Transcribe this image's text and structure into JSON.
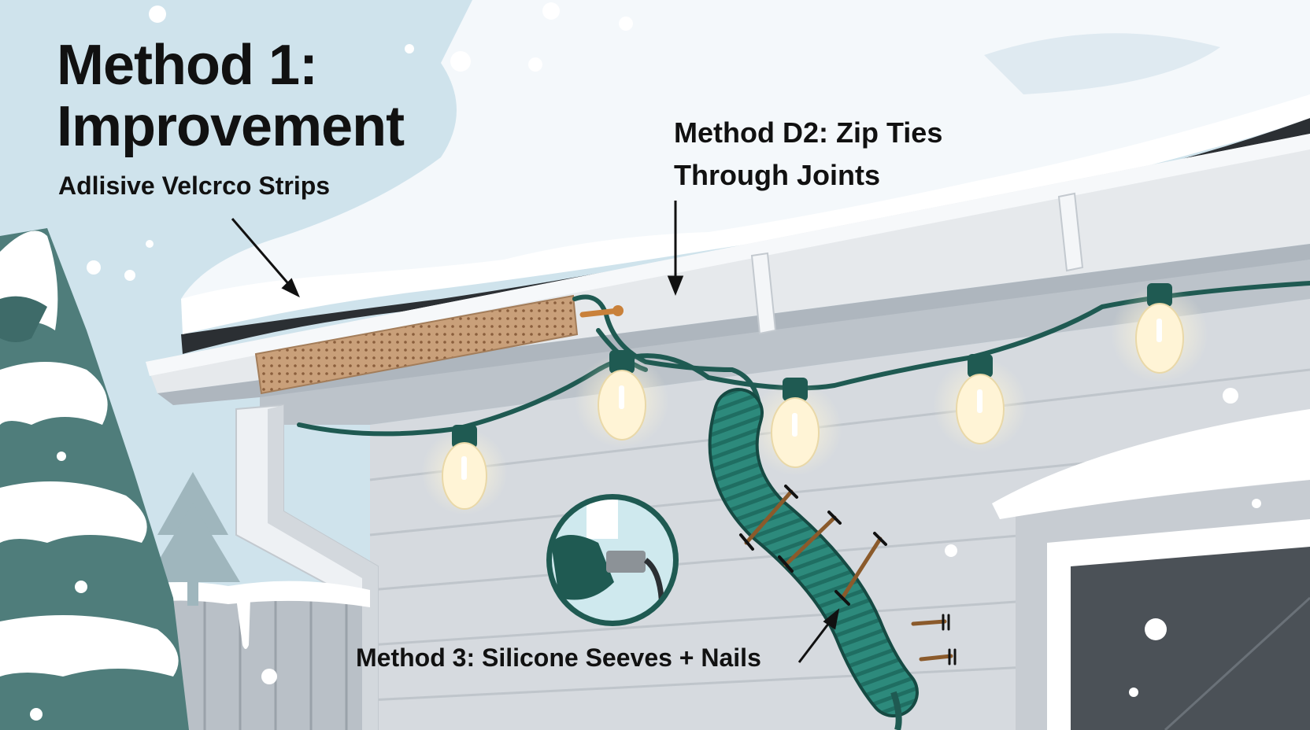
{
  "labels": {
    "method1_title": "Method 1: Improvement",
    "method1_subtitle": "Adlisive Velcrco Strips",
    "method2": "Method D2: Zip Ties Through Joints",
    "method3": "Method 3: Silicone Seeves + Nails"
  },
  "colors": {
    "sky": "#cfe3ec",
    "snow": "#ffffff",
    "wire": "#1f5a52",
    "sleeve": "#2d8a7c",
    "velcro": "#c9a07a",
    "bulb": "#fff4d6",
    "siding": "#d6dadf",
    "gutter": "#e6e9ec"
  },
  "icons": [
    "arrow-icon",
    "bulb-icon",
    "nail-icon",
    "clip-magnifier-icon"
  ]
}
